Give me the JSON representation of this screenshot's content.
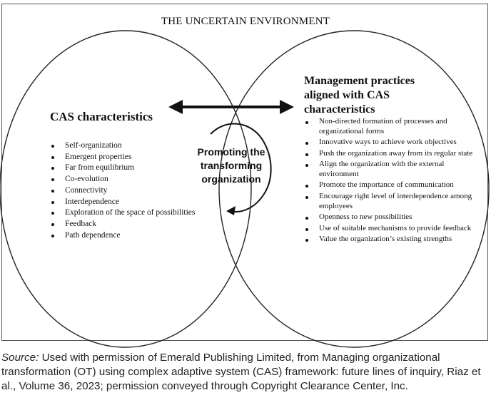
{
  "environment_title": "THE UNCERTAIN ENVIRONMENT",
  "left": {
    "heading": "CAS characteristics",
    "items": [
      "Self-organization",
      "Emergent properties",
      "Far from equilibrium",
      "Co-evolution",
      "Connectivity",
      "Interdependence",
      "Exploration of the space of possibilities",
      "Feedback",
      "Path dependence"
    ]
  },
  "right": {
    "heading_lines": [
      "Management practices",
      "aligned with CAS",
      "characteristics"
    ],
    "items": [
      "Non-directed formation of processes and organizational forms",
      "Innovative ways to achieve work objectives",
      "Push the organization away from its regular state",
      "Align the organization with the external environment",
      "Promote the importance of communication",
      "Encourage right level of interdependence among employees",
      "Openness to new possibilities",
      "Use of suitable mechanisms to provide feedback",
      "Value the organization’s existing strengths"
    ]
  },
  "center_lines": [
    "Promoting the",
    "transforming",
    "organization"
  ],
  "source": {
    "label": "Source:",
    "text": " Used with permission of Emerald Publishing Limited, from Managing organizational transformation (OT) using complex adaptive system (CAS) framework: future lines of inquiry, Riaz et al., Volume 36, 2023; permission conveyed through Copyright Clearance Center, Inc."
  }
}
